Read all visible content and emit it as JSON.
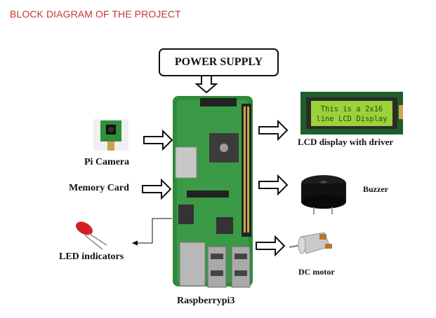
{
  "title": "BLOCK DIAGRAM OF THE PROJECT",
  "power_supply": "POWER SUPPLY",
  "lcd_text": {
    "line1": "This is a 2x16",
    "line2": "line LCD Display"
  },
  "labels": {
    "pi_camera": "Pi Camera",
    "memory_card": "Memory Card",
    "led": "LED indicators",
    "lcd": "LCD display with driver",
    "buzzer": "Buzzer",
    "dc_motor": "DC motor",
    "board": "Raspberrypi3"
  },
  "colors": {
    "title": "#c0392b",
    "pcb": "#2e8b3a",
    "lcd_bg": "#9bd13a",
    "lcd_frame": "#1f5d2a",
    "led": "#d42020"
  }
}
